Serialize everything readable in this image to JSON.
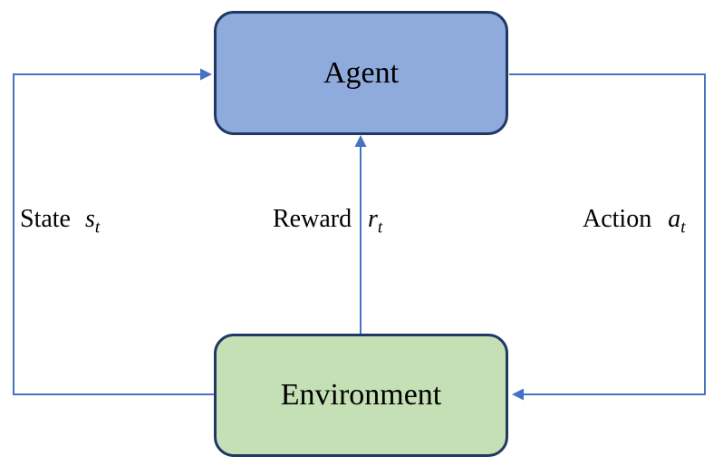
{
  "diagram": {
    "type": "flow-loop",
    "description": "Reinforcement learning agent-environment interaction loop"
  },
  "nodes": {
    "agent": {
      "label": "Agent"
    },
    "environment": {
      "label": "Environment"
    }
  },
  "edges": {
    "state": {
      "from": "environment",
      "to": "agent",
      "label": "State",
      "symbol": "s",
      "subscript": "t"
    },
    "reward": {
      "from": "environment",
      "to": "agent",
      "label": "Reward",
      "symbol": "r",
      "subscript": "t"
    },
    "action": {
      "from": "agent",
      "to": "environment",
      "label": "Action",
      "symbol": "a",
      "subscript": "t"
    }
  },
  "colors": {
    "agent_fill": "#8FAADC",
    "environment_fill": "#C5E0B4",
    "node_border": "#1F3864",
    "arrow": "#4472C4",
    "text": "#000000",
    "background": "#FFFFFF"
  }
}
